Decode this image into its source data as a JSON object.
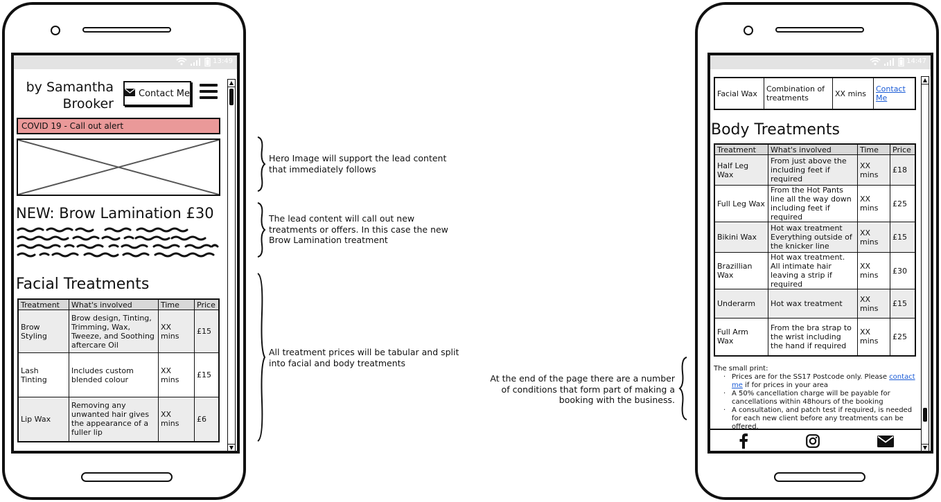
{
  "left_phone": {
    "status_time": "13:49",
    "brand_name": "by Samantha Brooker",
    "brand_line1": "by Samantha",
    "brand_line2": "Brooker",
    "contact_button": "Contact Me",
    "alert": "COVID 19 - Call out alert",
    "headline": "NEW: Brow Lamination £30",
    "section_title": "Facial Treatments",
    "table_headers": [
      "Treatment",
      "What's involved",
      "Time",
      "Price"
    ],
    "rows": [
      {
        "treatment": "Brow Styling",
        "involved": "Brow design, Tinting, Trimming, Wax, Tweeze, and Soothing aftercare Oil",
        "time": "XX mins",
        "price": "£15"
      },
      {
        "treatment": "Lash Tinting",
        "involved": "Includes custom blended colour",
        "time": "XX mins",
        "price": "£15"
      },
      {
        "treatment": "Lip Wax",
        "involved": "Removing any unwanted hair gives the appearance of a fuller lip",
        "time": "XX mins",
        "price": "£6"
      }
    ]
  },
  "right_phone": {
    "status_time": "14:47",
    "top_row": {
      "treatment": "Facial Wax",
      "involved": "Combination of treatments",
      "time": "XX mins",
      "link": "Contact Me"
    },
    "section_title": "Body Treatments",
    "table_headers": [
      "Treatment",
      "What's involved",
      "Time",
      "Price"
    ],
    "rows": [
      {
        "treatment": "Half Leg Wax",
        "involved": "From just above the including feet if required",
        "time": "XX mins",
        "price": "£18"
      },
      {
        "treatment": "Full Leg Wax",
        "involved": "From the Hot Pants line all the way down including feet if required",
        "time": "XX mins",
        "price": "£25"
      },
      {
        "treatment": "Bikini Wax",
        "involved": "Hot wax treatment Everything outside of the knicker line",
        "time": "XX mins",
        "price": "£15"
      },
      {
        "treatment": "Brazillian Wax",
        "involved": "Hot wax treatment. All intimate hair leaving a strip if required",
        "time": "XX mins",
        "price": "£30"
      },
      {
        "treatment": "Underarm",
        "involved": "Hot wax treatment",
        "time": "XX mins",
        "price": "£15"
      },
      {
        "treatment": "Full Arm Wax",
        "involved": "From the bra strap to the wrist including the hand if required",
        "time": "XX mins",
        "price": "£25"
      }
    ],
    "small_print": {
      "title": "The small print:",
      "item1_before": "Prices are for the SS17 Postcode only. Please ",
      "item1_link": "contact me",
      "item1_after": " if for prices in your area",
      "item2": "A 50% cancellation charge will be payable for cancellations within 48hours of the booking",
      "item3": "A consultation, and patch test if required, is needed for each new client before any treatments can be offered."
    }
  },
  "annotations": {
    "hero": "Hero Image will support the lead content that immediately follows",
    "lead": "The lead content will call out new treatments or offers. In this case the new Brow Lamination treatment",
    "prices": "All treatment prices will be tabular and split into facial and body treatments",
    "conditions": "At the end of the page there are a number of conditions that form part of making a booking with the business."
  },
  "icons": [
    "wifi-icon",
    "signal-icon",
    "battery-icon",
    "mail-icon",
    "menu-icon",
    "facebook-icon",
    "instagram-icon"
  ],
  "colors": {
    "alert_bg": "#ea9999",
    "link": "#1a5bd6",
    "status_bar": "#e3e3e3",
    "table_header": "#d8d8d8"
  }
}
